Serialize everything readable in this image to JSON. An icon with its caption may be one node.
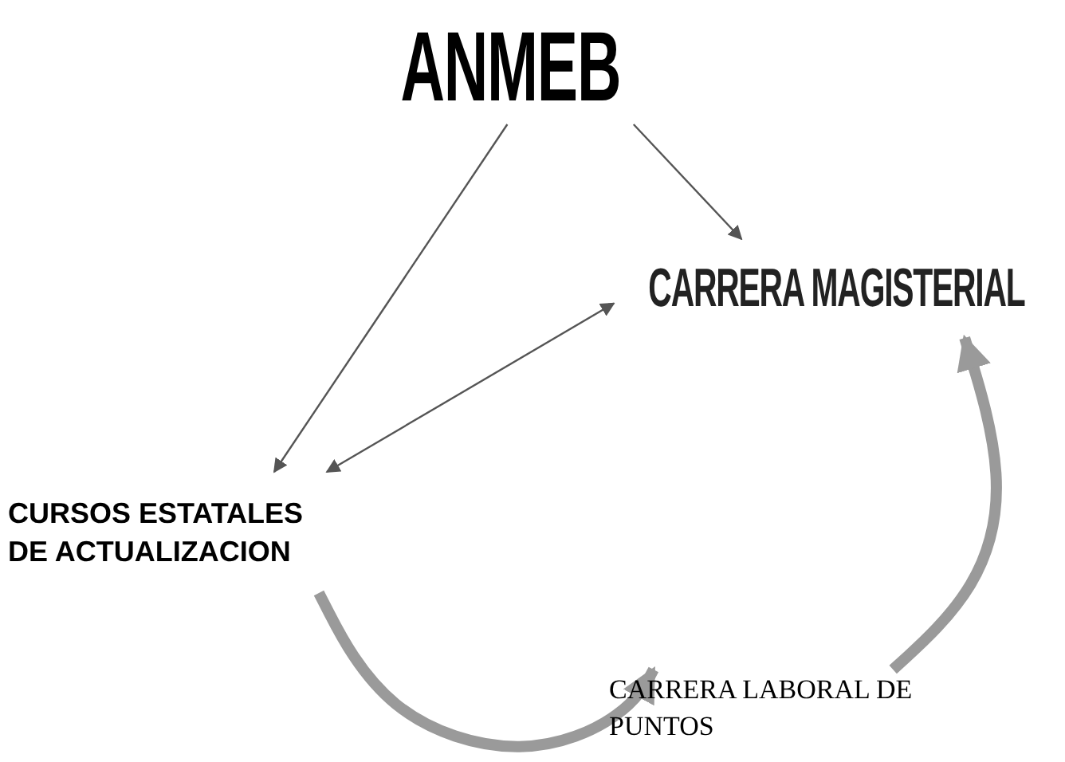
{
  "diagram": {
    "nodes": [
      {
        "text": [
          "ANMEB"
        ]
      },
      {
        "text": [
          "CARRERA MAGISTERIAL"
        ]
      },
      {
        "text": [
          "CURSOS ESTATALES DE ACTUALIZACION"
        ]
      },
      {
        "text": [
          "CARRERA LABORAL DE PUNTOS"
        ]
      }
    ],
    "edges": [
      {
        "from": 0,
        "to": 2,
        "arrow": "to"
      },
      {
        "from": 0,
        "to": 1,
        "arrow": "to"
      },
      {
        "from": 1,
        "to": 2,
        "arrow": "both"
      },
      {
        "from": 2,
        "to": 3,
        "arrow": "to",
        "style": "thick",
        "color": "#9a9a9a"
      },
      {
        "from": 3,
        "to": 1,
        "arrow": "to",
        "style": "thick",
        "color": "#9a9a9a"
      }
    ]
  }
}
